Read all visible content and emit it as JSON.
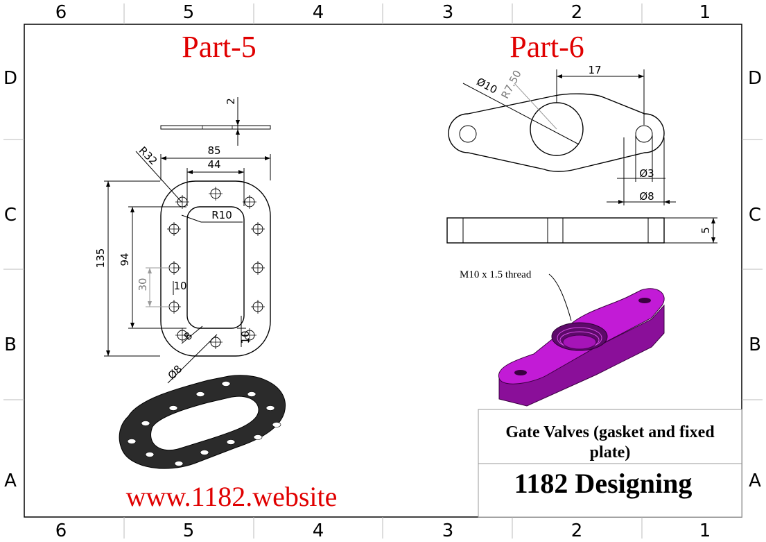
{
  "sheet": {
    "zone_columns": [
      "6",
      "5",
      "4",
      "3",
      "2",
      "1"
    ],
    "zone_rows": [
      "D",
      "C",
      "B",
      "A"
    ]
  },
  "part5": {
    "title": "Part-5",
    "dimensions": {
      "thickness": "2",
      "width_overall": "85",
      "width_inner": "44",
      "corner_radius_outer": "R32",
      "corner_radius_inner": "R10",
      "height_overall": "135",
      "height_inner": "94",
      "hole_pitch": "30",
      "margin_left": "10",
      "margin_bottom": "10",
      "hole_dia_small": "8",
      "hole_dia": "Ø8"
    },
    "gasket_color": "#2b2b2b"
  },
  "part6": {
    "title": "Part-6",
    "dimensions": {
      "bore_dia": "Ø10",
      "radius": "R7.50",
      "offset": "17",
      "hole_dia": "Ø3",
      "boss_dia": "Ø8",
      "thickness": "5"
    },
    "thread_note": "M10 x 1.5 thread",
    "model_color": "#c21bd6"
  },
  "title_block": {
    "title": "Gate Valves (gasket and fixed plate)",
    "title_line1": "Gate Valves (gasket and fixed",
    "title_line2": "plate)",
    "company": "1182 Designing"
  },
  "website": "www.1182.website"
}
